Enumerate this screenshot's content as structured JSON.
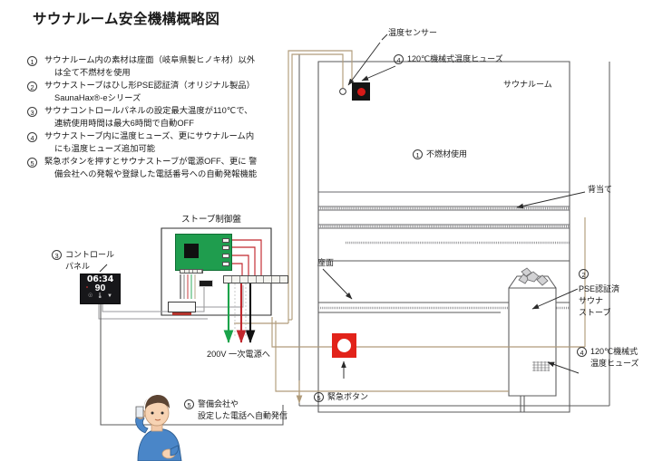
{
  "title": "サウナルーム安全機構概略図",
  "colors": {
    "accent_red": "#e2231a",
    "pcb_green": "#1f9d4e",
    "wire_red": "#c1272d",
    "wire_green": "#1aa34a",
    "wire_black": "#111111",
    "wire_tan": "#b09b7a",
    "line_gray": "#58585a",
    "text": "#1a1a1a"
  },
  "notes": [
    {
      "num": "1",
      "line1": "サウナルーム内の素材は座面（岐阜県製ヒノキ材）以外",
      "line2": "は全て不燃材を使用"
    },
    {
      "num": "2",
      "line1": "サウナストーブはひし形PSE認証済（オリジナル製品）",
      "line2": "SaunaHax®-eシリーズ"
    },
    {
      "num": "3",
      "line1": "サウナコントロールパネルの設定最大温度が110℃で、",
      "line2": "連続使用時間は最大6時間で自動OFF"
    },
    {
      "num": "4",
      "line1": "サウナストーブ内に温度ヒューズ、更にサウナルーム内",
      "line2": "にも温度ヒューズ追加可能"
    },
    {
      "num": "5",
      "line1": "緊急ボタンを押すとサウナストーブが電源OFF、更に 警",
      "line2": "備会社への発報や登録した電話番号への自動発報機能"
    }
  ],
  "labels": {
    "temp_sensor": "温度センサー",
    "room_fuse_num": "4",
    "room_fuse": "120℃機械式温度ヒューズ",
    "sauna_room": "サウナルーム",
    "noncombustible_num": "1",
    "noncombustible": "不燃材使用",
    "backrest": "背当て",
    "seat": "座面",
    "stove_num": "2",
    "stove_l1": "PSE認証済",
    "stove_l2": "サウナ",
    "stove_l3": "ストーブ",
    "stove_fuse_num": "4",
    "stove_fuse_l1": "120℃機械式",
    "stove_fuse_l2": "温度ヒューズ",
    "control_cabinet": "ストーブ制御盤",
    "control_panel_num": "3",
    "control_panel_l1": "コントロール",
    "control_panel_l2": "パネル",
    "power_200v": "200V 一次電源へ",
    "emergency_num": "5",
    "emergency_button": "緊急ボタン",
    "dispatch_num": "5",
    "dispatch_l1": "警備会社や",
    "dispatch_l2": "設定した電話へ自動発信"
  },
  "control_panel_display": {
    "time": "06:34",
    "temperature": "90",
    "icons": [
      "power-icon",
      "temperature-icon",
      "fan-icon"
    ]
  }
}
